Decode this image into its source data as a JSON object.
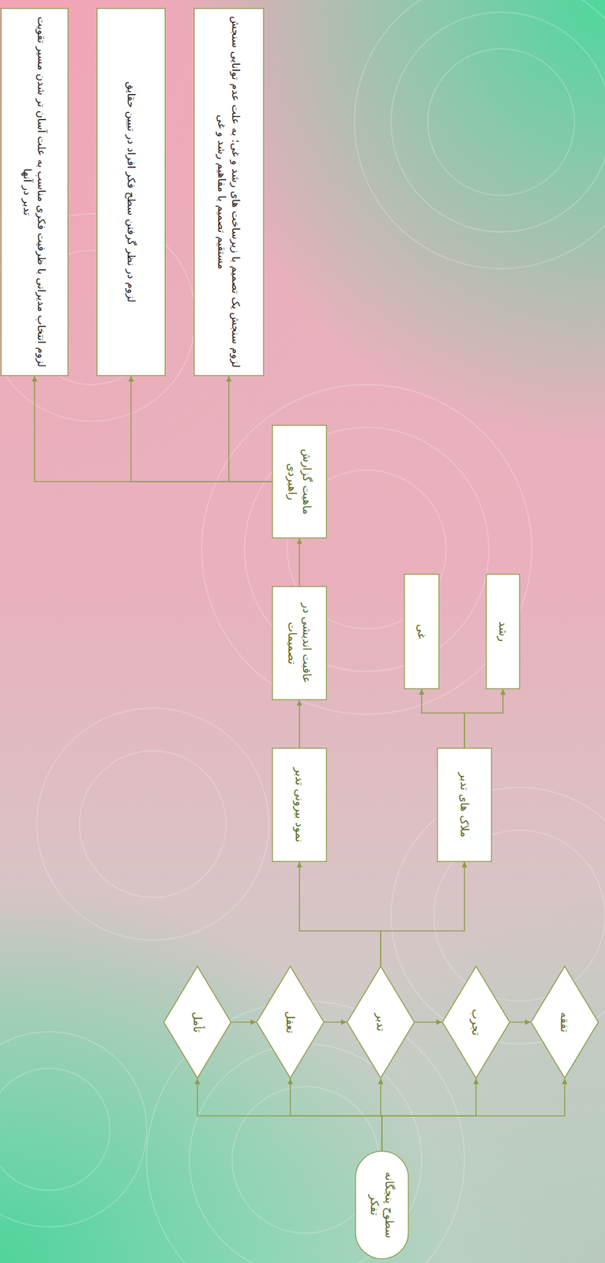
{
  "diagram": {
    "nodes": [
      {
        "text": [
          "سطوح پنجگانه تفکر"
        ]
      },
      {
        "text": [
          "تأمل"
        ]
      },
      {
        "text": [
          "تعقل"
        ]
      },
      {
        "text": [
          "تدبر"
        ]
      },
      {
        "text": [
          "تجرب"
        ]
      },
      {
        "text": [
          "تفقه"
        ]
      },
      {
        "text": [
          "نمود بیرونی تدبر"
        ]
      },
      {
        "text": [
          "ملاک های تدبر"
        ]
      },
      {
        "text": [
          "عاقبت اندیشی در تصمیمات"
        ]
      },
      {
        "text": [
          "رشد"
        ]
      },
      {
        "text": [
          "غی"
        ]
      },
      {
        "text": [
          "ماهیت گزارش راهبردی"
        ]
      },
      {
        "text": [
          "لزوم سنجش یک تصمیم با زیرساخت های رشد و غی؛ به علت عدم توانایی سنجش مستقیم تصمیم با مفاهیم رشد و غی"
        ]
      },
      {
        "text": [
          "لزوم در نظر گرفتن سطح فکر افراد در تبیین حقایق"
        ]
      },
      {
        "text": [
          "لزوم انتخاب مدیرانی با ظرفیت فکری مناسب به علت آسان تر شدن مسیر تقویت تدبر در آنها"
        ]
      }
    ],
    "edges": [
      {
        "from": 0,
        "to": 1,
        "arrow": "to"
      },
      {
        "from": 0,
        "to": 2,
        "arrow": "to"
      },
      {
        "from": 0,
        "to": 3,
        "arrow": "to"
      },
      {
        "from": 0,
        "to": 4,
        "arrow": "to"
      },
      {
        "from": 0,
        "to": 5,
        "arrow": "to"
      },
      {
        "from": 1,
        "to": 2,
        "arrow": "to"
      },
      {
        "from": 2,
        "to": 3,
        "arrow": "to"
      },
      {
        "from": 3,
        "to": 4,
        "arrow": "to"
      },
      {
        "from": 4,
        "to": 5,
        "arrow": "to"
      },
      {
        "from": 3,
        "to": 6,
        "arrow": "to"
      },
      {
        "from": 3,
        "to": 7,
        "arrow": "to"
      },
      {
        "from": 6,
        "to": 8,
        "arrow": "to"
      },
      {
        "from": 7,
        "to": 9,
        "arrow": "to"
      },
      {
        "from": 7,
        "to": 10,
        "arrow": "to"
      },
      {
        "from": 8,
        "to": 11,
        "arrow": "to"
      },
      {
        "from": 11,
        "to": 12,
        "arrow": "to"
      },
      {
        "from": 11,
        "to": 13,
        "arrow": "to"
      },
      {
        "from": 11,
        "to": 14,
        "arrow": "to"
      }
    ]
  }
}
